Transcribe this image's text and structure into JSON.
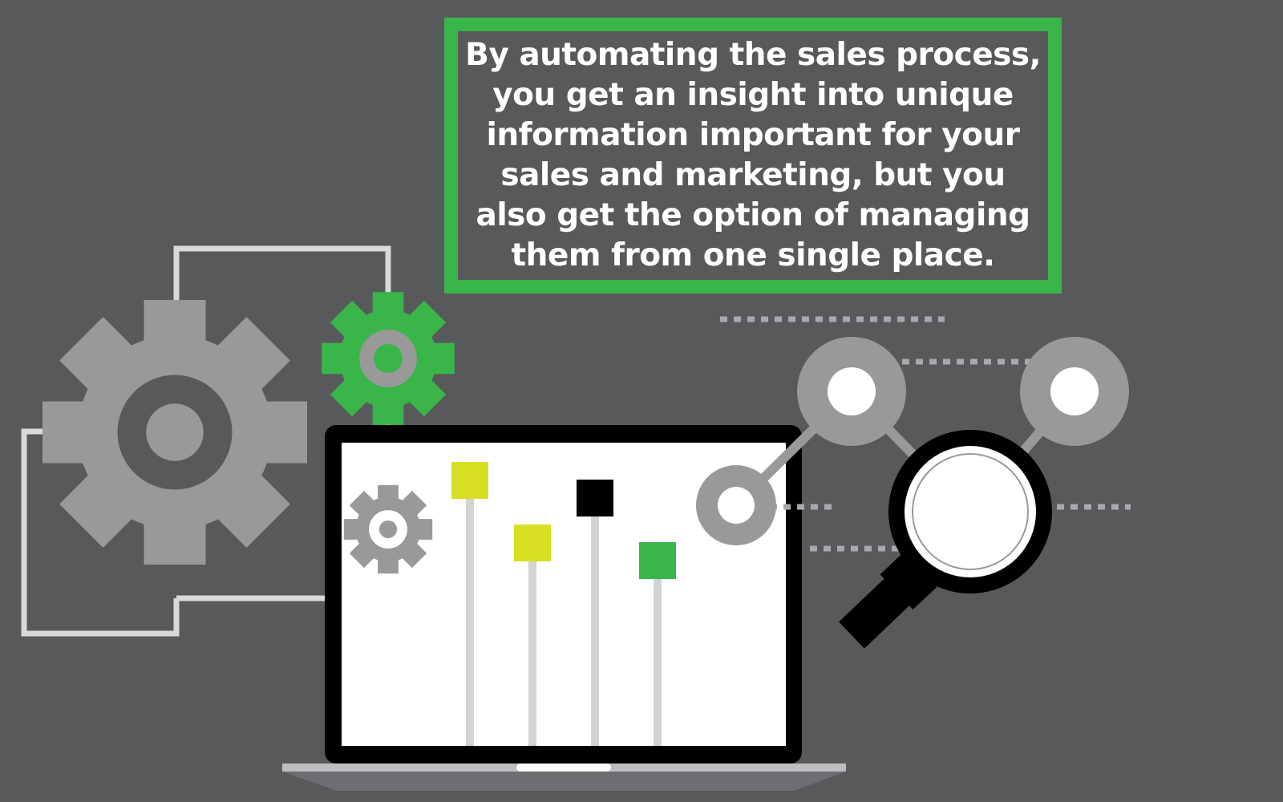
{
  "quote": {
    "lines": [
      "By automating the sales process,",
      "you get an insight into unique",
      "information important for your",
      "sales and marketing, but you",
      "also get the option of managing",
      "them from one single place."
    ]
  },
  "colors": {
    "background": "#58595b",
    "accent_green": "#39b54a",
    "gear_gray": "#999999",
    "connector_light": "#d9d9d9",
    "chart_yellow": "#d7df23",
    "chart_black": "#000000",
    "chart_green": "#39b54a",
    "screen_white": "#ffffff"
  },
  "illustration": {
    "icons": [
      "large-gear-icon",
      "green-gear-icon",
      "small-gear-icon",
      "laptop-icon",
      "magnifying-glass-icon",
      "network-node-icon"
    ]
  }
}
